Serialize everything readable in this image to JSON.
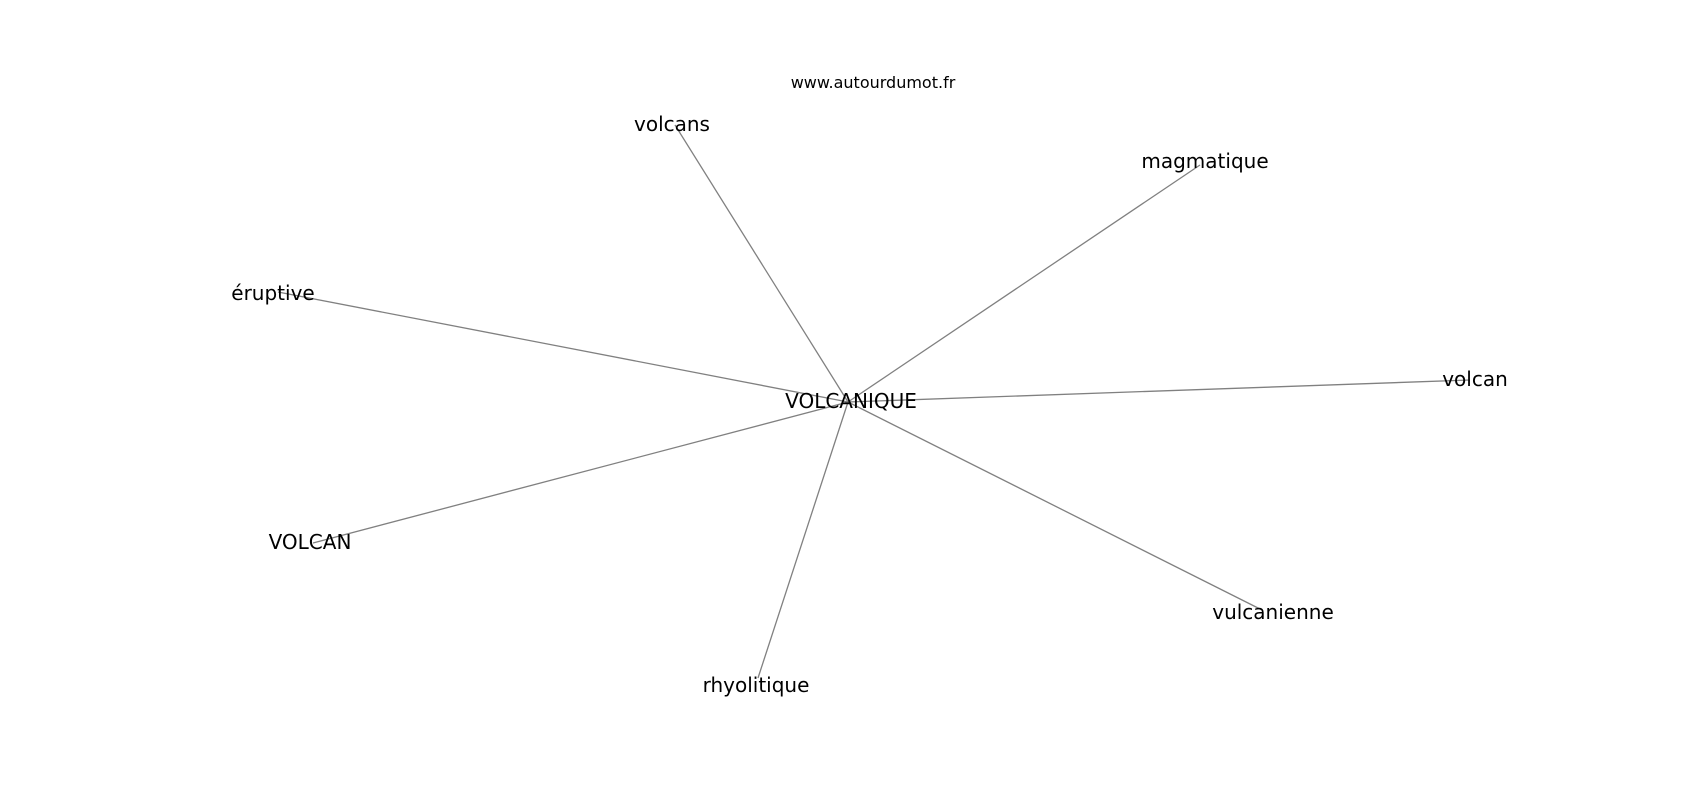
{
  "watermark": "www.autourdumot.fr",
  "center": {
    "label": "VOLCANIQUE"
  },
  "nodes": [
    {
      "label": "volcans"
    },
    {
      "label": "magmatique"
    },
    {
      "label": "éruptive"
    },
    {
      "label": "volcan"
    },
    {
      "label": "VOLCAN"
    },
    {
      "label": "vulcanienne"
    },
    {
      "label": "rhyolitique"
    }
  ],
  "colors": {
    "edge": "#808080",
    "text": "#000000",
    "background": "#ffffff"
  }
}
